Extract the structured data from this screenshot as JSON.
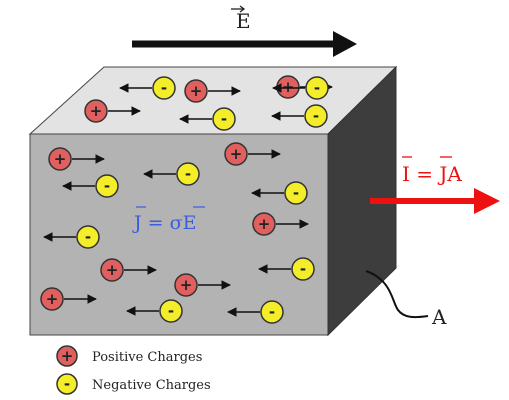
{
  "labels": {
    "field": "E",
    "current": "I = JA",
    "ohm": "J = σE",
    "area": "A"
  },
  "legend": {
    "positive": "Positive Charges",
    "negative": "Negative Charges"
  },
  "charge_signs": {
    "positive": "+",
    "negative": "-"
  },
  "colors": {
    "positive_fill": "#e06060",
    "negative_fill": "#f4ee2a",
    "top_face": "#e3e3e3",
    "front_face": "#b3b3b3",
    "side_face": "#3d3d3d",
    "current_arrow": "#ee1111",
    "ohm_text": "#3b5de0",
    "edge": "#444444"
  }
}
